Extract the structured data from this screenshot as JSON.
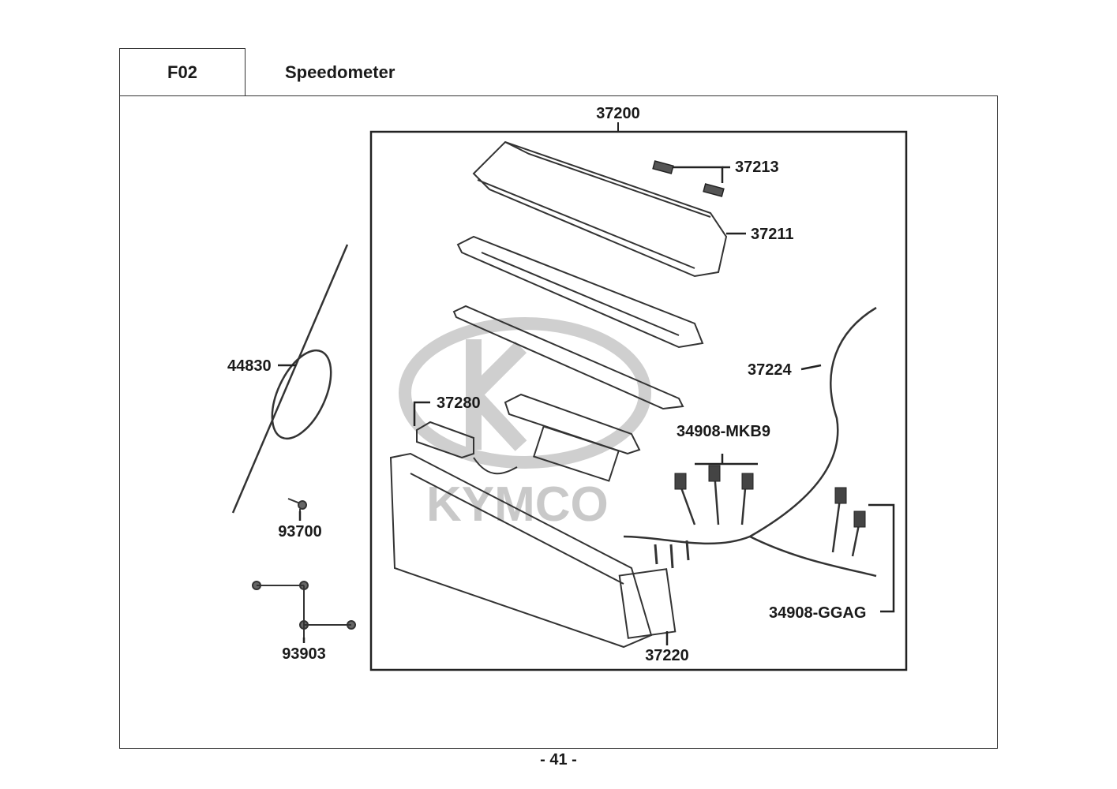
{
  "section": {
    "code": "F02",
    "title": "Speedometer"
  },
  "watermark": {
    "text": "KYMCO",
    "color": "#c9c9c9"
  },
  "parts": {
    "p37200": "37200",
    "p37213": "37213",
    "p37211": "37211",
    "p44830": "44830",
    "p37224": "37224",
    "p37280": "37280",
    "p34908_mkb9": "34908-MKB9",
    "p93700": "93700",
    "p34908_ggag": "34908-GGAG",
    "p93903": "93903",
    "p37220": "37220"
  },
  "page_number": "- 41 -"
}
